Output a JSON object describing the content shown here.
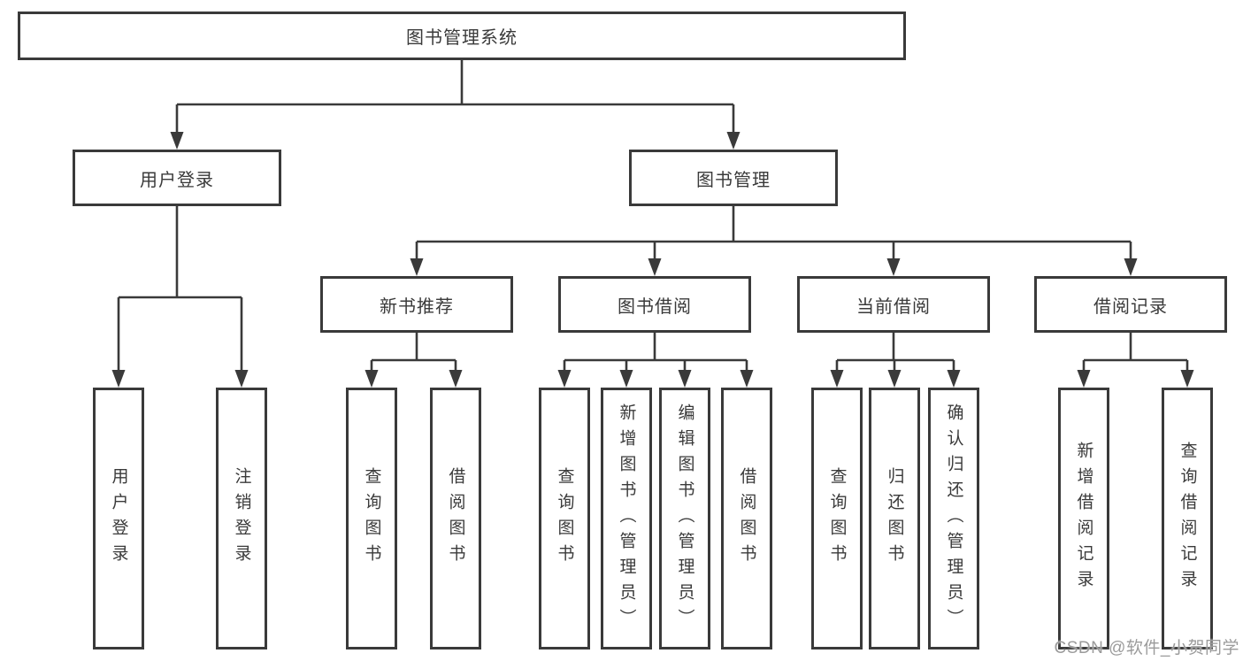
{
  "colors": {
    "background": "#ffffff",
    "line": "#3a3a3a",
    "box_border": "#3a3a3a",
    "text": "#3a3a3a",
    "watermark": "#9b9b9b"
  },
  "diagram": {
    "root": {
      "label": "图书管理系统"
    },
    "branches": [
      {
        "label": "用户登录",
        "children": [
          {
            "label": "用户登录"
          },
          {
            "label": "注销登录"
          }
        ]
      },
      {
        "label": "图书管理",
        "children": [
          {
            "label": "新书推荐",
            "children": [
              {
                "label": "查询图书"
              },
              {
                "label": "借阅图书"
              }
            ]
          },
          {
            "label": "图书借阅",
            "children": [
              {
                "label": "查询图书"
              },
              {
                "label": "新增图书（管理员）"
              },
              {
                "label": "编辑图书（管理员）"
              },
              {
                "label": "借阅图书"
              }
            ]
          },
          {
            "label": "当前借阅",
            "children": [
              {
                "label": "查询图书"
              },
              {
                "label": "归还图书"
              },
              {
                "label": "确认归还（管理员）"
              }
            ]
          },
          {
            "label": "借阅记录",
            "children": [
              {
                "label": "新增借阅记录"
              },
              {
                "label": "查询借阅记录"
              }
            ]
          }
        ]
      }
    ]
  },
  "watermark": {
    "text": "CSDN @软件_小贺同学"
  }
}
